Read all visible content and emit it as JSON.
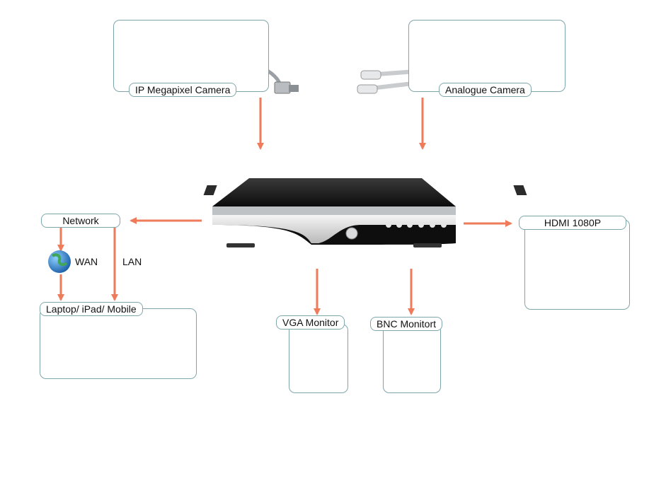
{
  "nodes": {
    "ip_camera": "IP Megapixel Camera",
    "analogue_camera": "Analogue Camera",
    "network": "Network",
    "wan": "WAN",
    "lan": "LAN",
    "laptop": "Laptop/ iPad/ Mobile",
    "hdmi": "HDMI 1080P",
    "vga": "VGA Monitor",
    "bnc": "BNC Monitort"
  },
  "colors": {
    "arrow": "#ee7b5a",
    "box_border": "#7fa7ab",
    "dvr_body": "#111111"
  },
  "icons": [
    "ptz-camera-icon",
    "bullet-camera-icon",
    "ethernet-cable-icon",
    "bnc-cable-icon",
    "dome-camera-icon",
    "dvr-recorder-icon",
    "globe-icon",
    "laptop-icon",
    "pda-phone-icon",
    "smartphone-icon",
    "monitor-icon"
  ]
}
